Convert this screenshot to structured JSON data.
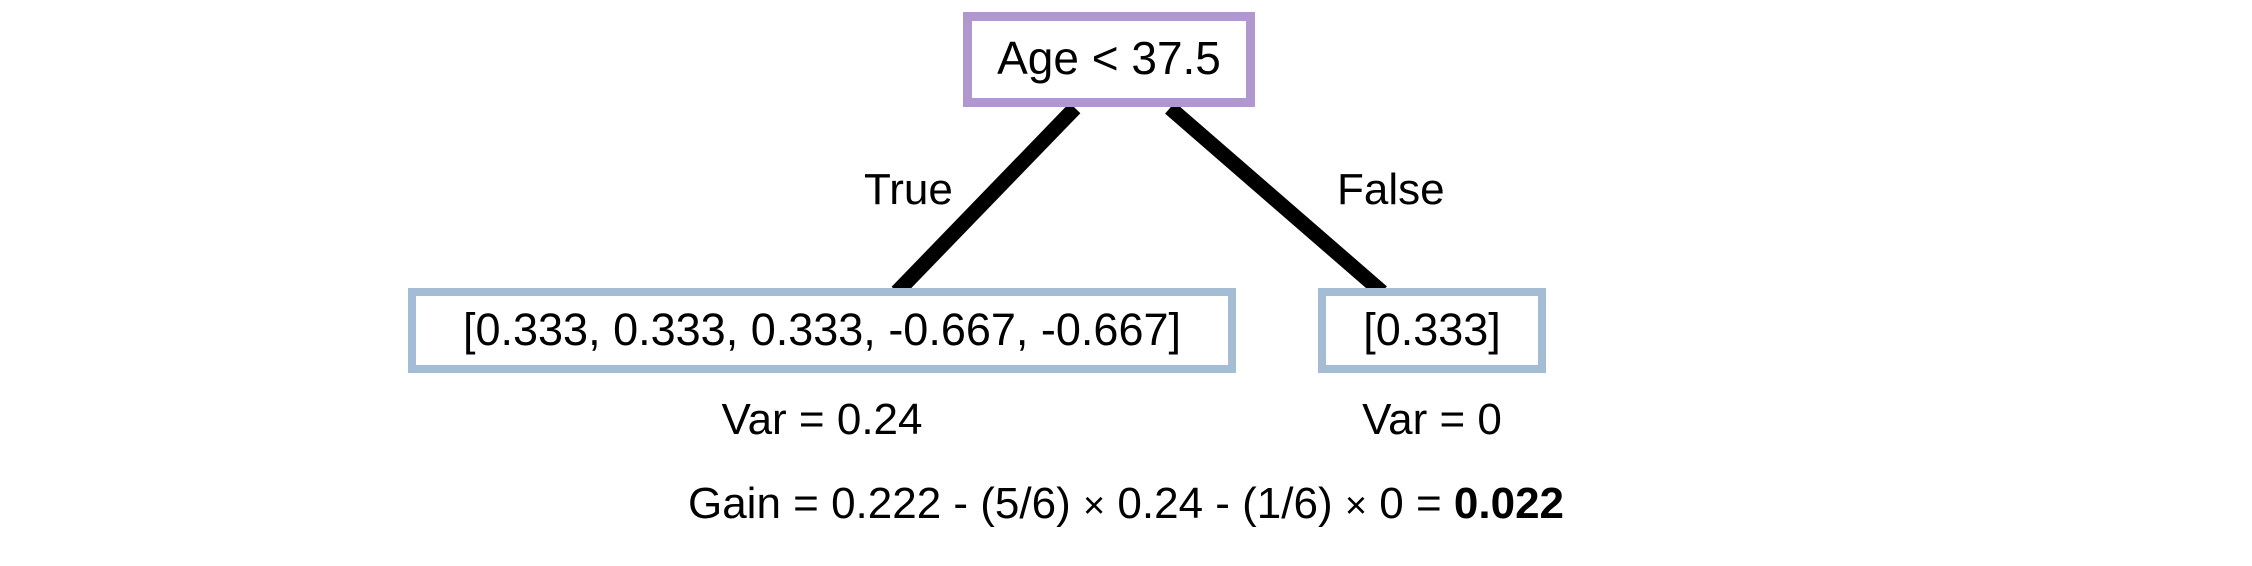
{
  "diagram": {
    "type": "decision-tree-split",
    "root": {
      "label": "Age < 37.5",
      "border_color": "#b097ce"
    },
    "branches": {
      "true_label": "True",
      "false_label": "False"
    },
    "leaves": [
      {
        "id": "left",
        "label": "[0.333, 0.333, 0.333, -0.667, -0.667]",
        "values": [
          0.333,
          0.333,
          0.333,
          -0.667,
          -0.667
        ],
        "variance_label": "Var = 0.24",
        "variance": 0.24,
        "count": 5,
        "border_color": "#a4bdd4"
      },
      {
        "id": "right",
        "label": "[0.333]",
        "values": [
          0.333
        ],
        "variance_label": "Var = 0",
        "variance": 0,
        "count": 1,
        "border_color": "#a4bdd4"
      }
    ],
    "gain": {
      "prefix": "Gain = 0.222 - (5/6) ",
      "mult_1": "×",
      "middle": " 0.24 - (1/6) ",
      "mult_2": "×",
      "suffix": " 0 = ",
      "result": "0.022",
      "parent_variance": 0.222,
      "weight_left": "5/6",
      "weight_right": "1/6",
      "value": 0.022
    },
    "edge_color": "#000000",
    "background": "#ffffff"
  }
}
